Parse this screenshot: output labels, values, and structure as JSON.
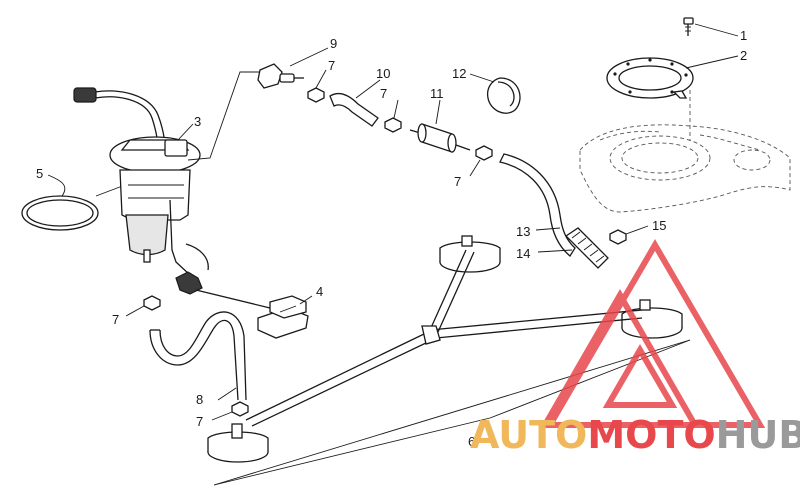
{
  "callouts": [
    {
      "id": "c1",
      "label": "1"
    },
    {
      "id": "c2",
      "label": "2"
    },
    {
      "id": "c3",
      "label": "3"
    },
    {
      "id": "c4",
      "label": "4"
    },
    {
      "id": "c5",
      "label": "5"
    },
    {
      "id": "c6",
      "label": "6"
    },
    {
      "id": "c7a",
      "label": "7"
    },
    {
      "id": "c7b",
      "label": "7"
    },
    {
      "id": "c7c",
      "label": "7"
    },
    {
      "id": "c7d",
      "label": "7"
    },
    {
      "id": "c7e",
      "label": "7"
    },
    {
      "id": "c8",
      "label": "8"
    },
    {
      "id": "c9",
      "label": "9"
    },
    {
      "id": "c10",
      "label": "10"
    },
    {
      "id": "c11",
      "label": "11"
    },
    {
      "id": "c12",
      "label": "12"
    },
    {
      "id": "c13",
      "label": "13"
    },
    {
      "id": "c14",
      "label": "14"
    },
    {
      "id": "c15",
      "label": "15"
    }
  ],
  "watermark": {
    "part1": "AUTO",
    "part2": "MOTO",
    "part3": "HUB",
    "color_auto": "#f0b85a",
    "color_moto": "#e8474c",
    "color_hub": "#9a9a9a",
    "logo_color": "#e8474c"
  }
}
